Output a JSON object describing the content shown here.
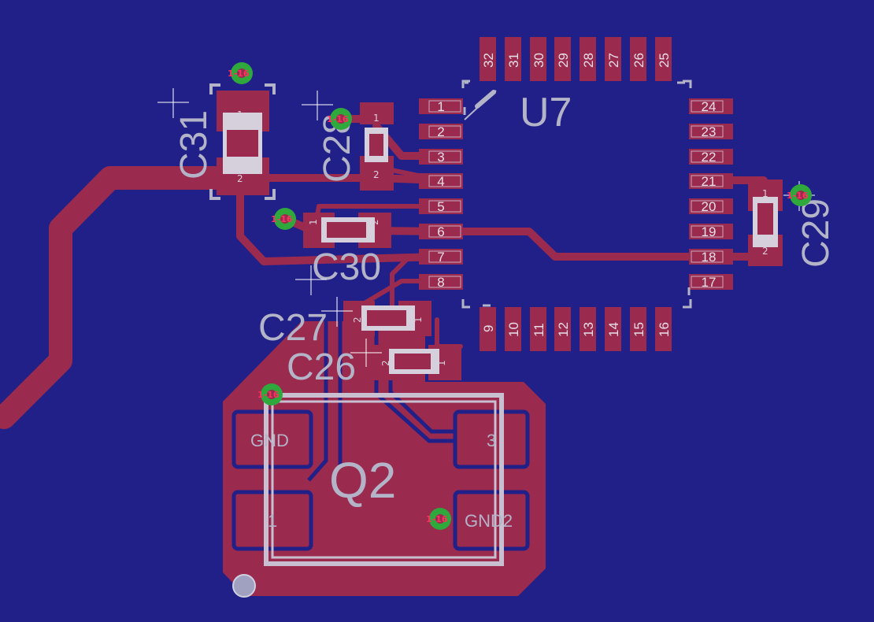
{
  "colors": {
    "background": "#212088",
    "copper": "#9a2a4e",
    "silk": "#b4b4c8",
    "via": "#2fa83c",
    "via_label": "#ff3060"
  },
  "components": {
    "u7": "U7",
    "q2": "Q2",
    "c26": "C26",
    "c27": "C27",
    "c28": "C28",
    "c29": "C29",
    "c30": "C30",
    "c31": "C31"
  },
  "u7_pins": {
    "left": [
      "1",
      "2",
      "3",
      "4",
      "5",
      "6",
      "7",
      "8"
    ],
    "bottom": [
      "9",
      "10",
      "11",
      "12",
      "13",
      "14",
      "15",
      "16"
    ],
    "right": [
      "17",
      "18",
      "19",
      "20",
      "21",
      "22",
      "23",
      "24"
    ],
    "top": [
      "25",
      "26",
      "27",
      "28",
      "29",
      "30",
      "31",
      "32"
    ]
  },
  "q2_pads": {
    "gnd": "GND",
    "gnd2": "GND2",
    "p1": "1",
    "p3": "3"
  },
  "cap_pads": {
    "p1": "1",
    "p2": "2"
  },
  "via_label": "1-16"
}
